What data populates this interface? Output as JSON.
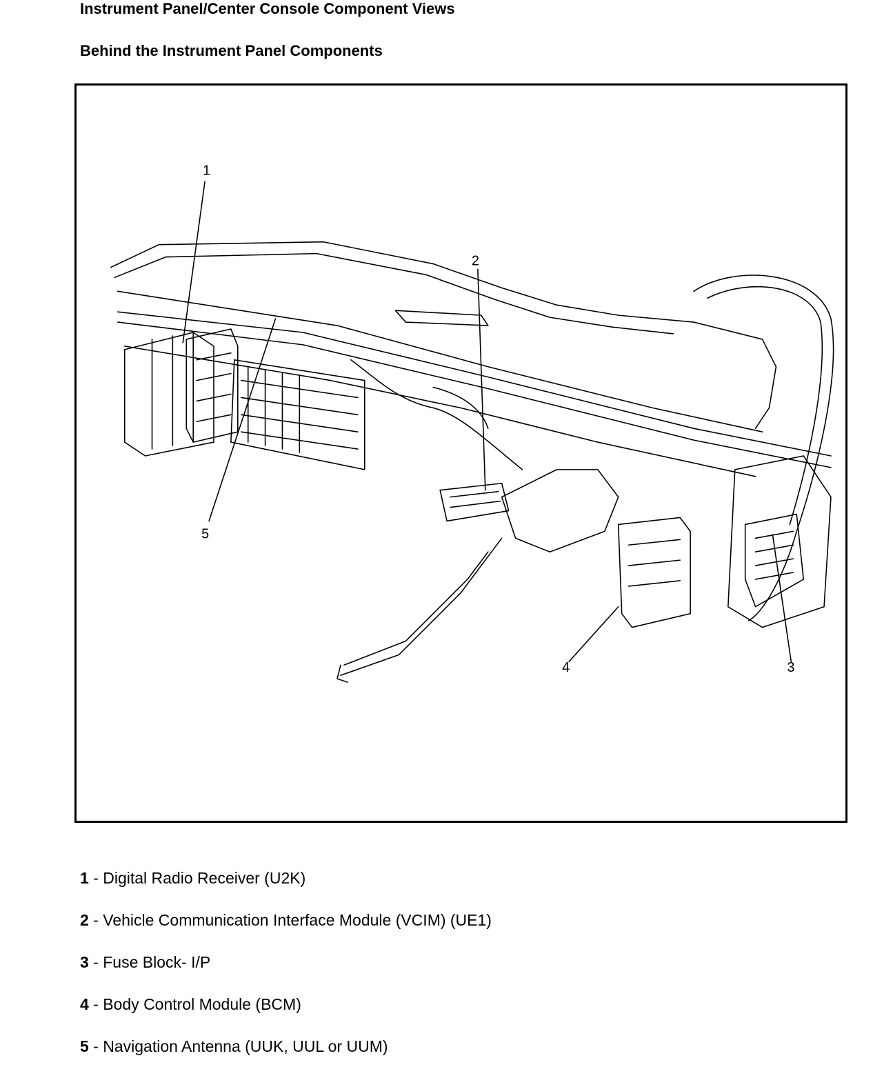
{
  "header": {
    "title": "Instrument Panel/Center Console Component Views",
    "subtitle": "Behind the Instrument Panel Components"
  },
  "diagram": {
    "callouts": [
      "1",
      "2",
      "3",
      "4",
      "5"
    ]
  },
  "legend": [
    {
      "num": "1",
      "sep": " - ",
      "text": "Digital Radio Receiver (U2K)"
    },
    {
      "num": "2",
      "sep": " - ",
      "text": "Vehicle Communication Interface Module (VCIM) (UE1)"
    },
    {
      "num": "3",
      "sep": " - ",
      "text": "Fuse Block- I/P"
    },
    {
      "num": "4",
      "sep": " - ",
      "text": "Body Control Module (BCM)"
    },
    {
      "num": "5",
      "sep": " - ",
      "text": "Navigation Antenna (UUK, UUL or UUM)"
    }
  ]
}
